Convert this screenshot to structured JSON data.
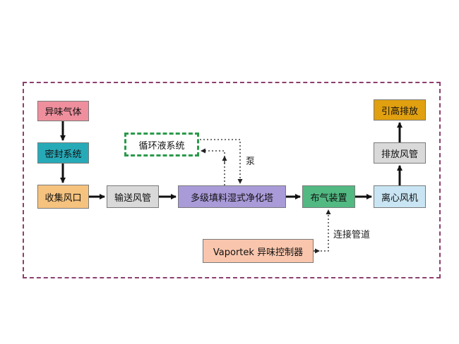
{
  "nodes": {
    "odor_gas": {
      "label": "异味气体",
      "color": "#ef8f9d"
    },
    "seal_system": {
      "label": "密封系统",
      "color": "#27aab8"
    },
    "collect_port": {
      "label": "收集风口",
      "color": "#f6c37f"
    },
    "transport_duct": {
      "label": "输送风管",
      "color": "#d9d9d9"
    },
    "scrubber_tower": {
      "label": "多级填料湿式净化塔",
      "color": "#a99ad8"
    },
    "circulation_system": {
      "label": "循环液系统",
      "color": "#ffffff"
    },
    "air_distribution": {
      "label": "布气装置",
      "color": "#52b982"
    },
    "centrifugal_fan": {
      "label": "离心风机",
      "color": "#c9e5f3"
    },
    "exhaust_duct": {
      "label": "排放风管",
      "color": "#d9d9d9"
    },
    "stack_exhaust": {
      "label": "引高排放",
      "color": "#e1a010"
    },
    "controller": {
      "label": "Vaportek 异味控制器",
      "color": "#f9c6ad"
    }
  },
  "edge_labels": {
    "pump": "泵",
    "connect_pipe": "连接管道"
  },
  "colors": {
    "frame": "#8c3f6e",
    "dashed_box_border": "#2a9a4a",
    "arrow": "#111111"
  }
}
